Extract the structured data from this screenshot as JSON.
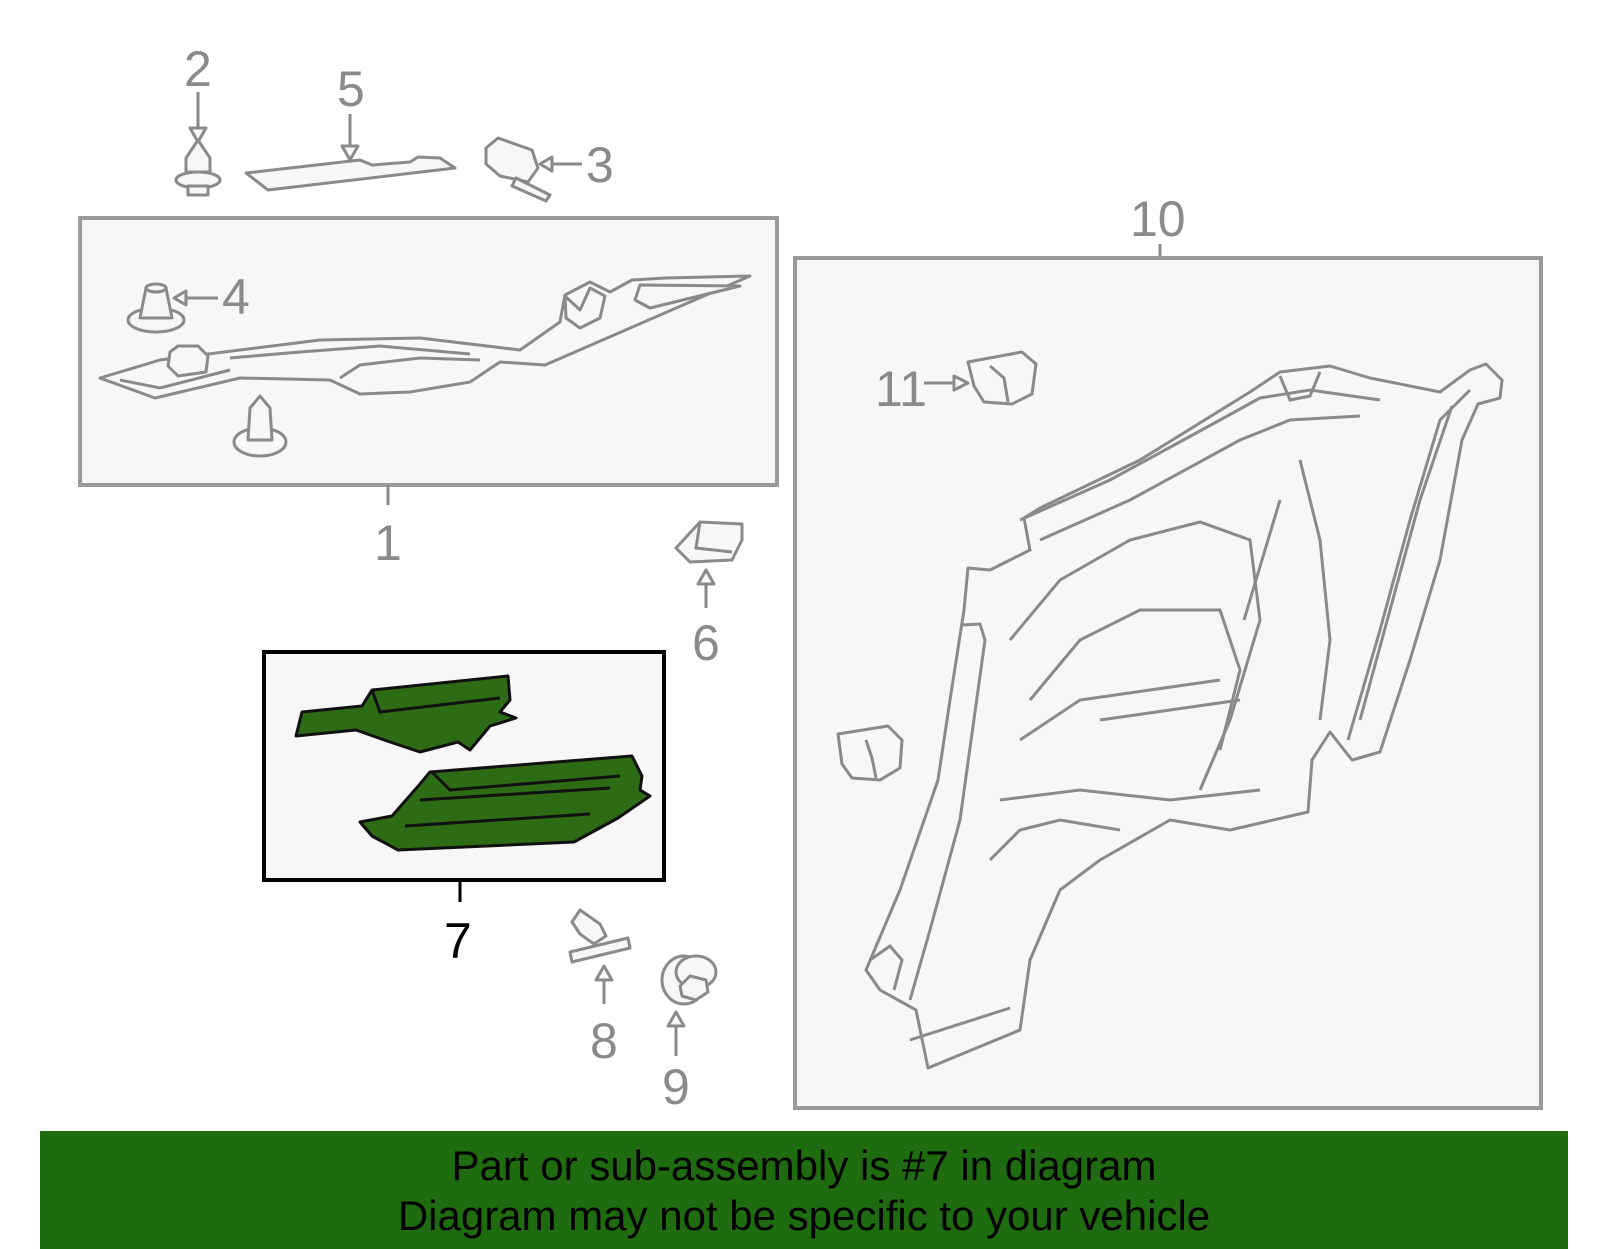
{
  "callouts": {
    "c1": "1",
    "c2": "2",
    "c3": "3",
    "c4": "4",
    "c5": "5",
    "c6": "6",
    "c7": "7",
    "c8": "8",
    "c9": "9",
    "c10": "10",
    "c11": "11"
  },
  "highlighted_part": "7",
  "colors": {
    "highlight_fill": "#2d6b14",
    "banner_bg": "#1f6b10",
    "line_gray": "#8a8a8a"
  },
  "banner": {
    "line1": "Part or sub-assembly is #7 in diagram",
    "line2": "Diagram may not be specific to your vehicle"
  }
}
